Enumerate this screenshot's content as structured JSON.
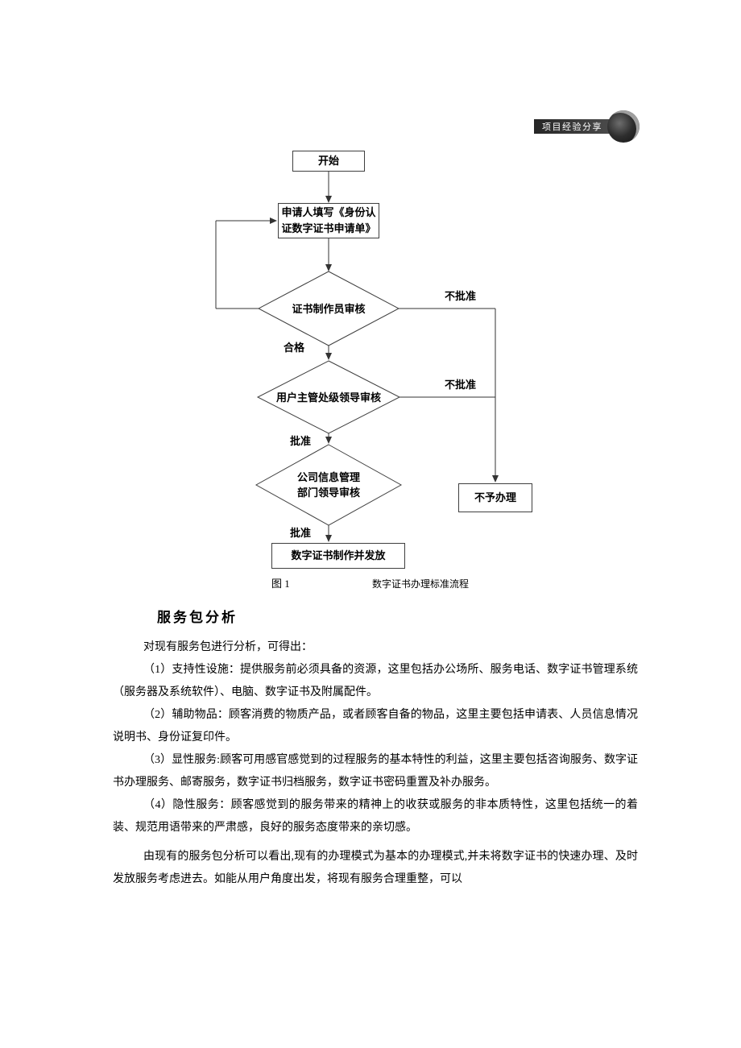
{
  "header": {
    "badge_label": "项目经验分享"
  },
  "flowchart": {
    "nodes": {
      "start": "开始",
      "apply_line1": "申请人填写《身份认",
      "apply_line2": "证数字证书申请单》",
      "review_maker": "证书制作员审核",
      "review_supervisor": "用户主管处级领导审核",
      "review_dept_line1": "公司信息管理",
      "review_dept_line2": "部门领导审核",
      "reject": "不予办理",
      "issue": "数字证书制作并发放"
    },
    "edge_labels": {
      "not_approved_1": "不批准",
      "not_approved_2": "不批准",
      "qualified": "合格",
      "approved_1": "批准",
      "approved_2": "批准"
    },
    "caption": {
      "fig": "图 1",
      "title": "数字证书办理标准流程"
    }
  },
  "section": {
    "heading": "服务包分析",
    "paragraphs": [
      "对现有服务包进行分析，可得出：",
      "（1）支持性设施：提供服务前必须具备的资源，这里包括办公场所、服务电话、数字证书管理系统（服务器及系统软件）、电脑、数字证书及附属配件。",
      "（2）辅助物品：顾客消费的物质产品，或者顾客自备的物品，这里主要包括申请表、人员信息情况说明书、身份证复印件。",
      "（3）显性服务:顾客可用感官感觉到的过程服务的基本特性的利益，这里主要包括咨询服务、数字证书办理服务、邮寄服务，数字证书归档服务，数字证书密码重置及补办服务。",
      "（4）隐性服务：顾客感觉到的服务带来的精神上的收获或服务的非本质特性，这里包括统一的着装、规范用语带来的严肃感，良好的服务态度带来的亲切感。",
      "由现有的服务包分析可以看出,现有的办理模式为基本的办理模式,并未将数字证书的快速办理、及时发放服务考虑进去。如能从用户角度出发，将现有服务合理重整，可以"
    ]
  }
}
